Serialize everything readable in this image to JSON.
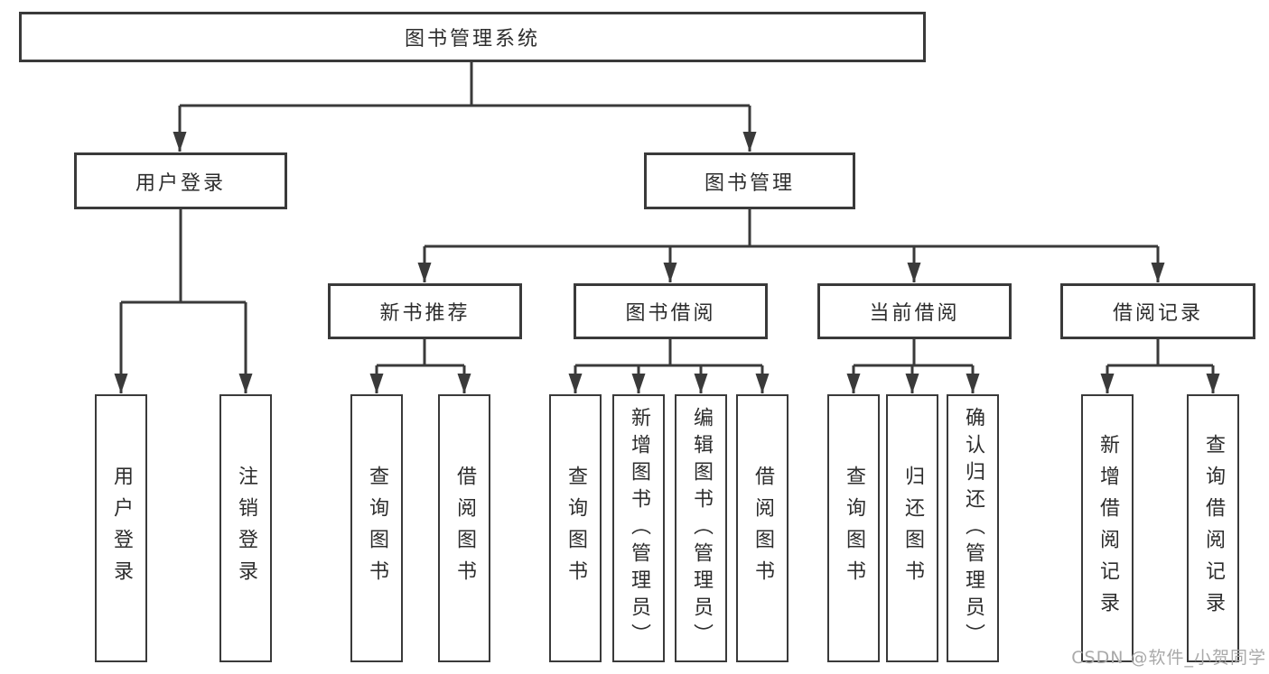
{
  "tree": {
    "label": "图书管理系统",
    "children": [
      {
        "label": "用户登录",
        "children": [
          {
            "label": "用户登录"
          },
          {
            "label": "注销登录"
          }
        ]
      },
      {
        "label": "图书管理",
        "children": [
          {
            "label": "新书推荐",
            "children": [
              {
                "label": "查询图书"
              },
              {
                "label": "借阅图书"
              }
            ]
          },
          {
            "label": "图书借阅",
            "children": [
              {
                "label": "查询图书"
              },
              {
                "label": "新增图书（管理员）"
              },
              {
                "label": "编辑图书（管理员）"
              },
              {
                "label": "借阅图书"
              }
            ]
          },
          {
            "label": "当前借阅",
            "children": [
              {
                "label": "查询图书"
              },
              {
                "label": "归还图书"
              },
              {
                "label": "确认归还（管理员）"
              }
            ]
          },
          {
            "label": "借阅记录",
            "children": [
              {
                "label": "新增借阅记录"
              },
              {
                "label": "查询借阅记录"
              }
            ]
          }
        ]
      }
    ]
  },
  "watermark": {
    "text": "CSDN @软件_小贺同学"
  },
  "colors": {
    "line": "#3a3a3a",
    "box_border": "#3a3a3a",
    "box_fill": "#ffffff",
    "text": "#2d2d2d",
    "watermark": "#a9a9a9"
  }
}
